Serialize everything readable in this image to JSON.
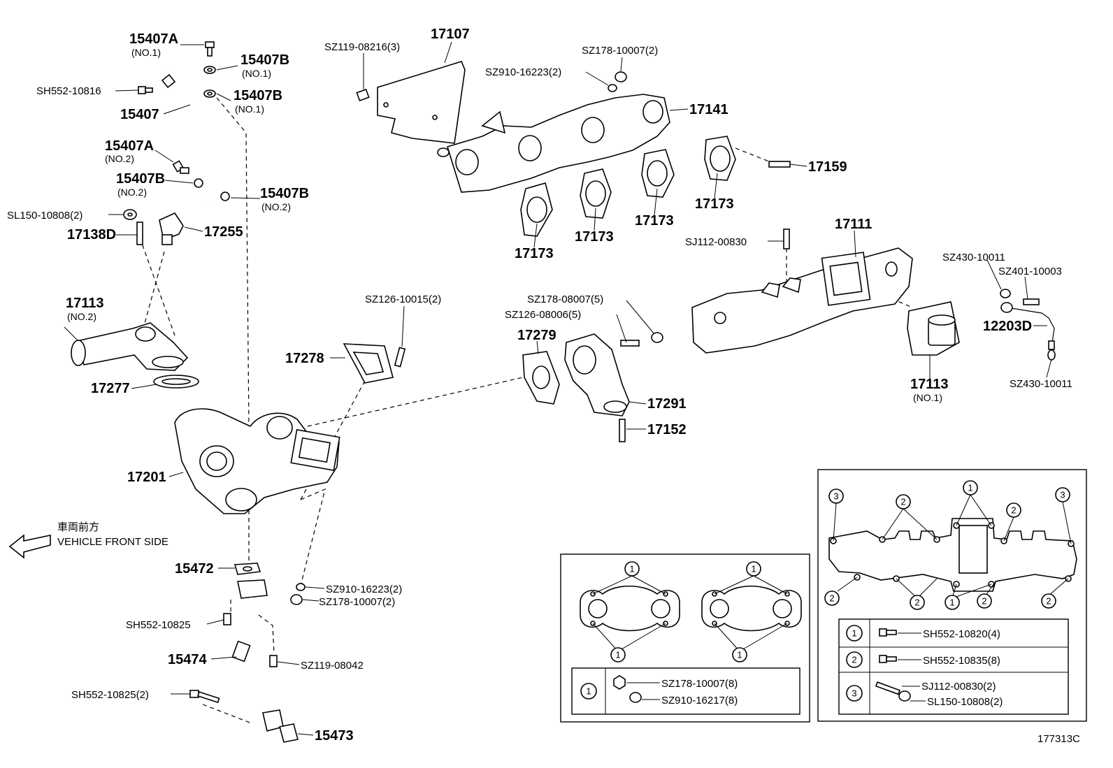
{
  "labels": {
    "p15407A_1": "15407A",
    "p15407A_1_note": "(NO.1)",
    "p15407B_1a": "15407B",
    "p15407B_1a_note": "(NO.1)",
    "pSH552_10816": "SH552-10816",
    "p15407B_1b": "15407B",
    "p15407B_1b_note": "(NO.1)",
    "p15407": "15407",
    "p15407A_2": "15407A",
    "p15407A_2_note": "(NO.2)",
    "p15407B_2a": "15407B",
    "p15407B_2a_note": "(NO.2)",
    "p15407B_2b": "15407B",
    "p15407B_2b_note": "(NO.2)",
    "pSL150": "SL150-10808(2)",
    "p17138D": "17138D",
    "p17255": "17255",
    "p17113_2": "17113",
    "p17113_2_note": "(NO.2)",
    "p17277": "17277",
    "pSZ119_08216": "SZ119-08216(3)",
    "p17107": "17107",
    "pSZ178_10007_top": "SZ178-10007(2)",
    "pSZ910_16223_top": "SZ910-16223(2)",
    "p17141": "17141",
    "p17159": "17159",
    "p17173_a": "17173",
    "p17173_b": "17173",
    "p17173_c": "17173",
    "p17173_d": "17173",
    "pSJ112": "SJ112-00830",
    "p17111": "17111",
    "pSZ430_a": "SZ430-10011",
    "pSZ401": "SZ401-10003",
    "p12203D": "12203D",
    "pSZ430_b": "SZ430-10011",
    "p17113_1": "17113",
    "p17113_1_note": "(NO.1)",
    "pSZ126_10015": "SZ126-10015(2)",
    "p17278": "17278",
    "pSZ178_08007": "SZ178-08007(5)",
    "pSZ126_08006": "SZ126-08006(5)",
    "p17279": "17279",
    "p17291": "17291",
    "p17152": "17152",
    "p17201": "17201",
    "front_jp": "車両前方",
    "front_en": "VEHICLE FRONT SIDE",
    "p15472": "15472",
    "pSZ910_16223_bot": "SZ910-16223(2)",
    "pSZ178_10007_bot": "SZ178-10007(2)",
    "pSH552_10825": "SH552-10825",
    "pSZ119_08042": "SZ119-08042",
    "p15474": "15474",
    "pSH552_10825_2": "SH552-10825(2)",
    "p15473": "15473",
    "figure_code": "177313C"
  },
  "legend_left": {
    "marker": "1",
    "items": [
      "SZ178-10007(8)",
      "SZ910-16217(8)"
    ]
  },
  "legend_right": {
    "rows": [
      {
        "marker": "1",
        "items": [
          "SH552-10820(4)"
        ]
      },
      {
        "marker": "2",
        "items": [
          "SH552-10835(8)"
        ]
      },
      {
        "marker": "3",
        "items": [
          "SJ112-00830(2)",
          "SL150-10808(2)"
        ]
      }
    ]
  },
  "callout_markers": {
    "one": "1",
    "two": "2",
    "three": "3"
  }
}
